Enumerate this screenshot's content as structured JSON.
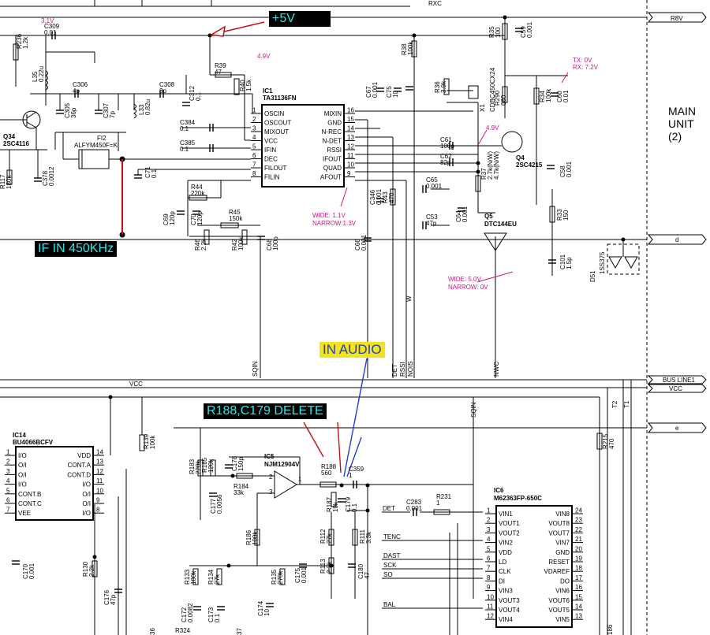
{
  "annotations": {
    "plus5v": "+5V",
    "if_in": "IF IN 450KHz",
    "in_audio": "IN AUDIO",
    "delete": "R188,C179 DELETE"
  },
  "main_unit": [
    "MAIN",
    "UNIT",
    "(2)"
  ],
  "connectors": {
    "r8v": "R8V",
    "d": "d",
    "bus_line1": "BUS LINE1",
    "vcc": "VCC",
    "e": "e",
    "rxc": "RXC"
  },
  "ic1": {
    "ref": "IC1",
    "part": "TA31136FN",
    "left_pins": [
      {
        "num": "1",
        "name": "OSCIN"
      },
      {
        "num": "2",
        "name": "OSCOUT"
      },
      {
        "num": "3",
        "name": "MIXOUT"
      },
      {
        "num": "4",
        "name": "VCC"
      },
      {
        "num": "5",
        "name": "IFIN"
      },
      {
        "num": "6",
        "name": "DEC"
      },
      {
        "num": "7",
        "name": "FILOUT"
      },
      {
        "num": "8",
        "name": "FILIN"
      }
    ],
    "right_pins": [
      {
        "num": "16",
        "name": "MIXIN"
      },
      {
        "num": "15",
        "name": "GND"
      },
      {
        "num": "14",
        "name": "N-REC"
      },
      {
        "num": "13",
        "name": "N-DET"
      },
      {
        "num": "12",
        "name": "RSSI"
      },
      {
        "num": "11",
        "name": "IFOUT"
      },
      {
        "num": "10",
        "name": "QUAD"
      },
      {
        "num": "9",
        "name": "AFOUT"
      }
    ]
  },
  "ic14": {
    "ref": "IC14",
    "part": "BU4066BCFV",
    "left_pins": [
      {
        "num": "1",
        "name": "I/O"
      },
      {
        "num": "2",
        "name": "O/I"
      },
      {
        "num": "3",
        "name": "O/I"
      },
      {
        "num": "4",
        "name": "I/O"
      },
      {
        "num": "5",
        "name": "CONT.B"
      },
      {
        "num": "6",
        "name": "CONT.C"
      },
      {
        "num": "7",
        "name": "VEE"
      }
    ],
    "right_pins": [
      {
        "num": "14",
        "name": "VDD"
      },
      {
        "num": "13",
        "name": "CONT.A"
      },
      {
        "num": "12",
        "name": "CONT.D"
      },
      {
        "num": "11",
        "name": "I/O"
      },
      {
        "num": "10",
        "name": "O/I"
      },
      {
        "num": "9",
        "name": "O/I"
      },
      {
        "num": "8",
        "name": "I/O"
      }
    ]
  },
  "ic6": {
    "ref": "IC6",
    "part": "M62363FP-650C",
    "left_pins": [
      {
        "num": "1",
        "name": "VIN1"
      },
      {
        "num": "2",
        "name": "VOUT1"
      },
      {
        "num": "3",
        "name": "VOUT2"
      },
      {
        "num": "4",
        "name": "VIN2"
      },
      {
        "num": "5",
        "name": "VDD"
      },
      {
        "num": "6",
        "name": "LD"
      },
      {
        "num": "7",
        "name": "CLK"
      },
      {
        "num": "8",
        "name": "DI"
      },
      {
        "num": "9",
        "name": "VIN3"
      },
      {
        "num": "10",
        "name": "VOUT3"
      },
      {
        "num": "11",
        "name": "VOUT4"
      },
      {
        "num": "12",
        "name": "VIN4"
      }
    ],
    "right_pins": [
      {
        "num": "24",
        "name": "VIN8"
      },
      {
        "num": "23",
        "name": "VOUT8"
      },
      {
        "num": "22",
        "name": "VOUT7"
      },
      {
        "num": "21",
        "name": "VIN7"
      },
      {
        "num": "20",
        "name": "GND"
      },
      {
        "num": "19",
        "name": "RESET"
      },
      {
        "num": "18",
        "name": "VDAREF"
      },
      {
        "num": "17",
        "name": "DO"
      },
      {
        "num": "16",
        "name": "VIN6"
      },
      {
        "num": "15",
        "name": "VOUT6"
      },
      {
        "num": "14",
        "name": "VOUT5"
      },
      {
        "num": "13",
        "name": "VIN5"
      }
    ]
  },
  "ic5": {
    "ref": "IC5",
    "part": "NJM12904V",
    "pins": [
      "2",
      "3",
      "1"
    ]
  },
  "transistors": {
    "q34": {
      "ref": "Q34",
      "part": "2SC4116"
    },
    "q4": {
      "ref": "Q4",
      "part": "2SC4215"
    },
    "q5": {
      "ref": "Q5",
      "part": "DTC144EU"
    },
    "x1": {
      "ref": "X1",
      "part": "CDBC450CX24"
    },
    "fi2": {
      "ref": "FI2",
      "part": "ALFYM450F=K"
    },
    "d51": {
      "ref": "D51",
      "part": "1SS375"
    }
  },
  "voltages": {
    "v31": "3.1V",
    "v49a": "4.9V",
    "v49b": "4.9V",
    "tx": "TX: 0V",
    "rx": "RX: 7.2V",
    "wide11": "WIDE: 1.1V",
    "narrow13": "NARROW:1.3V",
    "wide50": "WIDE: 5.0V",
    "narrow0": "NARROW: 0V"
  },
  "signals": {
    "sqin": "SQIN",
    "det": "DET",
    "rssi": "RSSI",
    "nois": "NOIS",
    "w": "W",
    "nwc": "NWC",
    "sqin2": "SQIN",
    "det2": "DET",
    "tenc": "TENC",
    "dast": "DAST",
    "sck": "SCK",
    "so": "SO",
    "bal": "BAL",
    "t2": "T2",
    "t1": "T1",
    "vcc_net": "VCC"
  },
  "parts": {
    "r236": [
      "R236",
      "1.2k"
    ],
    "c309": [
      "C309",
      "0.01"
    ],
    "l35": [
      "L35",
      "0.22u"
    ],
    "c306": [
      "C306",
      "4p"
    ],
    "c305": [
      "C305",
      "36p"
    ],
    "c307": [
      "C307",
      "7p"
    ],
    "l33": [
      "L33",
      "0.82u"
    ],
    "c308": [
      "C308",
      "3p"
    ],
    "c312": [
      "C312",
      "0.1"
    ],
    "r39": [
      "R39",
      "47"
    ],
    "r40": [
      "R40",
      "1.5k"
    ],
    "c384": [
      "C384",
      "0.1"
    ],
    "c385": [
      "C385",
      "0.1"
    ],
    "c71": [
      "C71",
      "0.1"
    ],
    "r44": [
      "R44",
      "220k"
    ],
    "c69": [
      "C69",
      "120p"
    ],
    "c70": [
      "C70",
      "120p"
    ],
    "r45": [
      "R45",
      "150k"
    ],
    "r46": [
      "R46",
      "2.2k"
    ],
    "r42": [
      "R42",
      "100k"
    ],
    "c68": [
      "C68",
      "100p"
    ],
    "r117": [
      "R117",
      "180k"
    ],
    "c378": [
      "C378",
      "0.0012"
    ],
    "r38": [
      "R38",
      "100k"
    ],
    "c67": [
      "C67",
      "0.001"
    ],
    "c75": [
      "C75",
      "10"
    ],
    "r36": [
      "R36",
      "3.9k"
    ],
    "c61": [
      "C61",
      "100p"
    ],
    "c62": [
      "C62",
      "82p"
    ],
    "c346": [
      "C346",
      "0.001"
    ],
    "r43": [
      "R43",
      "470"
    ],
    "c65": [
      "C65",
      "0.001"
    ],
    "c53": [
      "C53",
      "47p"
    ],
    "c64": [
      "C64",
      "0.001"
    ],
    "r37": [
      "R37",
      "2.7k(N/W)",
      "4.7k(N/W)"
    ],
    "c66": [
      "C66",
      "0.001"
    ],
    "r35": [
      "R35",
      "100"
    ],
    "c59": [
      "C59",
      "0.001"
    ],
    "r290": [
      "R290",
      "680"
    ],
    "r34": [
      "R34",
      "100k"
    ],
    "c60": [
      "C60",
      "0.01"
    ],
    "c58": [
      "C58",
      "0.001"
    ],
    "r33": [
      "R33",
      "150"
    ],
    "c101": [
      "C101",
      "1.5p"
    ],
    "r139": [
      "R139",
      "100k"
    ],
    "r215": [
      "R215",
      "470"
    ],
    "r183": [
      "R183",
      "220k"
    ],
    "r185": [
      "R185",
      "120k"
    ],
    "c178": [
      "C178",
      "150p"
    ],
    "c177": [
      "C177",
      "0.0056"
    ],
    "r184": [
      "R184",
      "33k"
    ],
    "r188": [
      "R188",
      "560"
    ],
    "c359": [
      "C359",
      "1"
    ],
    "r187": [
      "R187",
      "10k"
    ],
    "c179": [
      "C179",
      "0.1"
    ],
    "r186": [
      "R186",
      "100k"
    ],
    "r112": [
      "R112",
      "27k"
    ],
    "r111": [
      "R111",
      "3.3k"
    ],
    "c283": [
      "C283",
      "0.001"
    ],
    "r231": [
      "R231",
      "1"
    ],
    "c170": [
      "C170",
      "0.001"
    ],
    "r130": [
      "R130",
      "2.2k"
    ],
    "c176": [
      "C176",
      "47p"
    ],
    "r133": [
      "R133",
      "180k"
    ],
    "r134": [
      "R134",
      "27k"
    ],
    "r135": [
      "R135",
      "270k"
    ],
    "c175": [
      "C175",
      "0.001"
    ],
    "r113": [
      "R113",
      "2.2k"
    ],
    "c180": [
      "C180",
      "47"
    ],
    "c172": [
      "C172",
      "0.0082"
    ],
    "c173": [
      "C173",
      "0.1"
    ],
    "c174": [
      "C174",
      "10"
    ],
    "r324": [
      "R324"
    ],
    "x36": [
      "36"
    ],
    "x37": [
      "37"
    ],
    "x186": [
      "186"
    ]
  }
}
